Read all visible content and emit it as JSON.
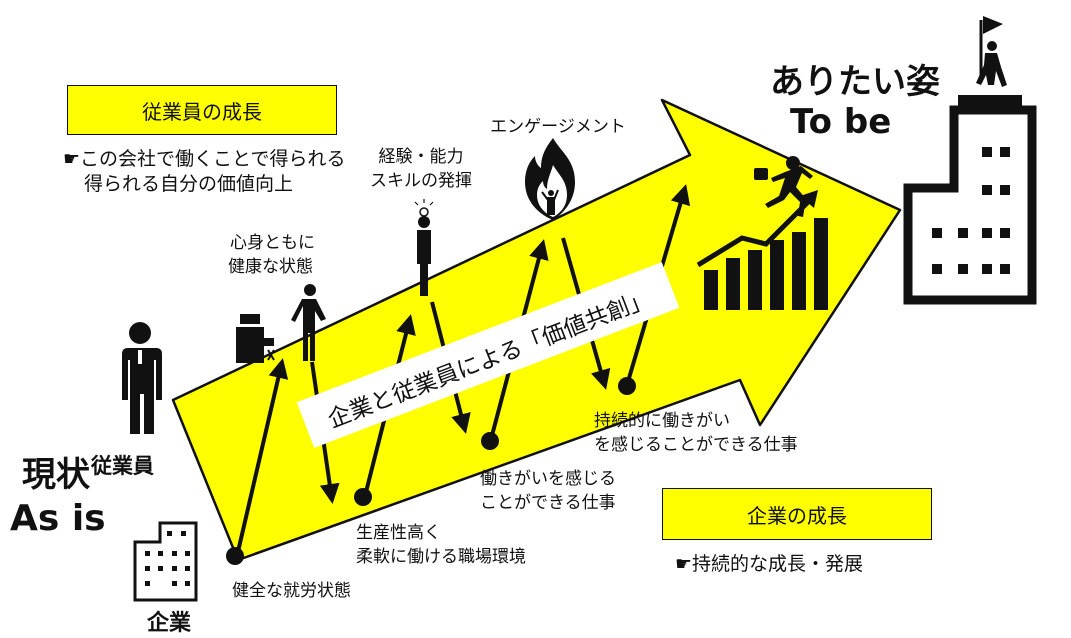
{
  "colors": {
    "arrow_fill": "#ffff00",
    "ink": "#111111",
    "banner_bg": "#ffffff"
  },
  "employee_growth": {
    "title": "従業員の成長",
    "desc_line1": "☛この会社で働くことで得られる",
    "desc_line2": "得られる自分の価値向上"
  },
  "company_growth": {
    "title": "企業の成長",
    "desc": "☛持続的な成長・発展"
  },
  "current": {
    "title": "現状",
    "employee_label": "従業員",
    "as_is": "As is",
    "company_label": "企業"
  },
  "ideal": {
    "title": "ありたい姿",
    "to_be": "To be"
  },
  "banner": "企業と従業員による「価値共創」",
  "upper_steps": [
    {
      "line1": "心身ともに",
      "line2": "健康な状態",
      "icon": "desk-worker-icon"
    },
    {
      "line1": "経験・能力",
      "line2": "スキルの発揮",
      "icon": "lightbulb-person-icon"
    },
    {
      "line1": "エンゲージメント",
      "line2": "",
      "icon": "flame-person-icon"
    }
  ],
  "lower_steps": [
    {
      "line1": "健全な就労状態",
      "line2": ""
    },
    {
      "line1": "生産性高く",
      "line2": "柔軟に働ける職場環境"
    },
    {
      "line1": "働きがいを感じる",
      "line2": "ことができる仕事"
    },
    {
      "line1": "持続的に働きがい",
      "line2": "を感じることができる仕事"
    }
  ],
  "icons": [
    "businessman-icon",
    "small-building-icon",
    "running-person-icon",
    "rising-bar-chart-icon",
    "tall-building-icon",
    "flag-climber-icon"
  ]
}
